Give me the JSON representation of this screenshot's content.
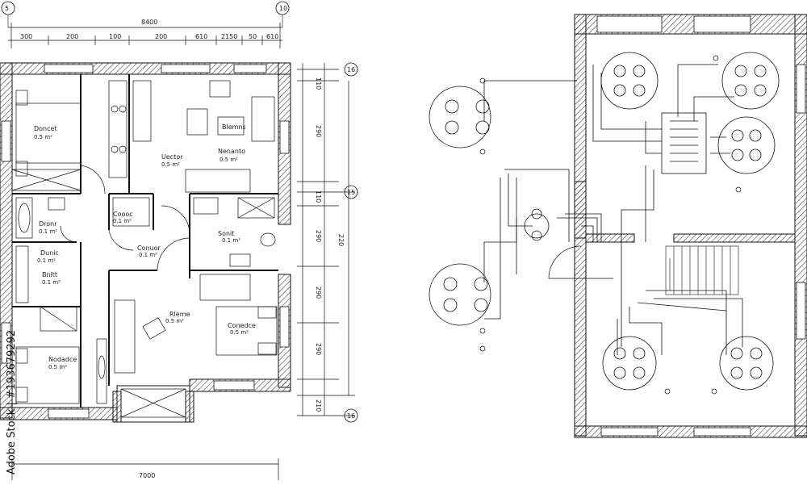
{
  "top_dims": {
    "overall": "8400",
    "segments": [
      "300",
      "200",
      "100",
      "200",
      "610",
      "2150",
      "50",
      "610"
    ]
  },
  "bottom_dim": "7000",
  "right_dims": {
    "segments": [
      "110",
      "290",
      "110",
      "290",
      "290",
      "290",
      "210"
    ],
    "overall": "220"
  },
  "axis_markers": {
    "top_left": "5",
    "top_right": "10",
    "r1": "16",
    "r2": "15",
    "r3": "16"
  },
  "rooms": [
    {
      "id": "bedroom-1",
      "name": "Doncet",
      "area": "0.5 m²"
    },
    {
      "id": "kitchen",
      "name": "Uector",
      "area": "0.5 m²"
    },
    {
      "id": "living-1",
      "name": "Blemns",
      "area": ""
    },
    {
      "id": "living-1b",
      "name": "Nenanto",
      "area": "0.5 m²"
    },
    {
      "id": "closet",
      "name": "Coooc",
      "area": "0.1 m²"
    },
    {
      "id": "bath-1",
      "name": "Dronr",
      "area": "0.1 m²"
    },
    {
      "id": "bath-2",
      "name": "Dunic",
      "area": "0.1 m²"
    },
    {
      "id": "wc",
      "name": "Bnitt",
      "area": "0.1 m²"
    },
    {
      "id": "corridor",
      "name": "Conuor",
      "area": "0.1 m²"
    },
    {
      "id": "bathroom-main",
      "name": "Sonit",
      "area": "0.1 m²"
    },
    {
      "id": "hall",
      "name": "Rleme",
      "area": "0.5 m²"
    },
    {
      "id": "living-2",
      "name": "Conedce",
      "area": "0.5 m²"
    },
    {
      "id": "bedroom-2",
      "name": "Nodadce",
      "area": "0.5 m²"
    }
  ],
  "watermark": "Adobe Stock | #193679292",
  "colors": {
    "line": "#111111",
    "hatch": "#444444",
    "background": "#ffffff"
  }
}
